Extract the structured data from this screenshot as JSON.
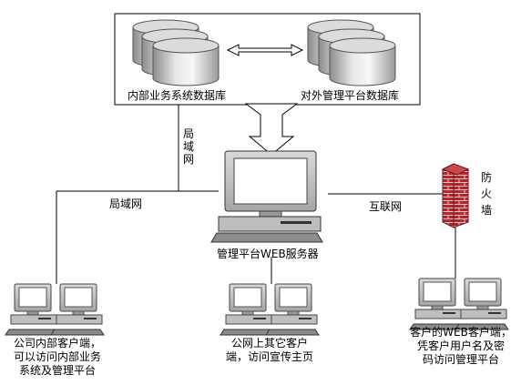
{
  "databases": {
    "internal": "内部业务系统数据库",
    "external": "对外管理平台数据库"
  },
  "lan_vertical": "局域网",
  "lan_horizontal": "局域网",
  "internet": "互联网",
  "firewall": "防火墙",
  "server": "管理平台WEB服务器",
  "clients": {
    "internal": "公司内部客户端，\n可以访问内部业务\n系统及管理平台",
    "public": "公网上其它客户\n端，访问宣传主页",
    "web": "客户的WEB客户端，\n凭客户用户名及密\n码访问管理平台"
  }
}
